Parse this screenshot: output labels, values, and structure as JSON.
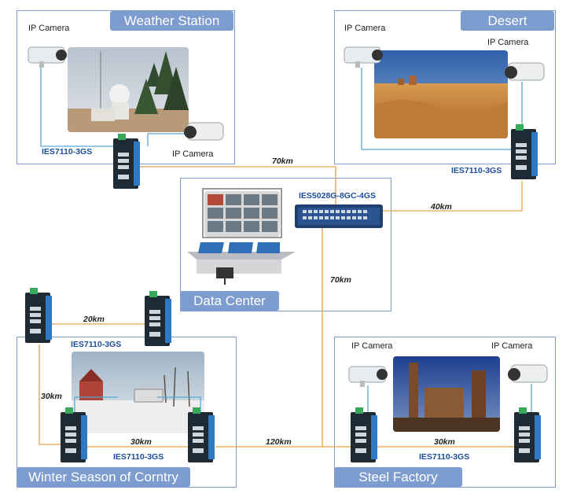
{
  "sites": {
    "weather_station": {
      "title": "Weather Station",
      "camera1": "IP Camera",
      "camera2": "IP Camera",
      "switch": "IES7110-3GS"
    },
    "desert": {
      "title": "Desert",
      "camera1": "IP Camera",
      "camera2": "IP Camera",
      "switch": "IES7110-3GS"
    },
    "data_center": {
      "title": "Data Center",
      "switch": "IES5028G-8GC-4GS"
    },
    "winter": {
      "title": "Winter Season of Corntry",
      "switch_top": "IES7110-3GS",
      "switch_bottom": "IES7110-3GS"
    },
    "steel_factory": {
      "title": "Steel Factory",
      "camera1": "IP Camera",
      "camera2": "IP Camera",
      "switch": "IES7110-3GS"
    }
  },
  "links": {
    "ws_dc": "70km",
    "desert_dc": "40km",
    "dc_steel": "70km",
    "winter_top": "20km",
    "winter_left": "30km",
    "winter_bottom": "30km",
    "winter_steel": "120km",
    "steel_inner": "30km"
  },
  "colors": {
    "fiber": "#e8a24a",
    "ethernet": "#5aa9d6",
    "panel_border": "#7f9bc9",
    "tab": "#7d9ccf",
    "model_text": "#1d4e9a"
  }
}
